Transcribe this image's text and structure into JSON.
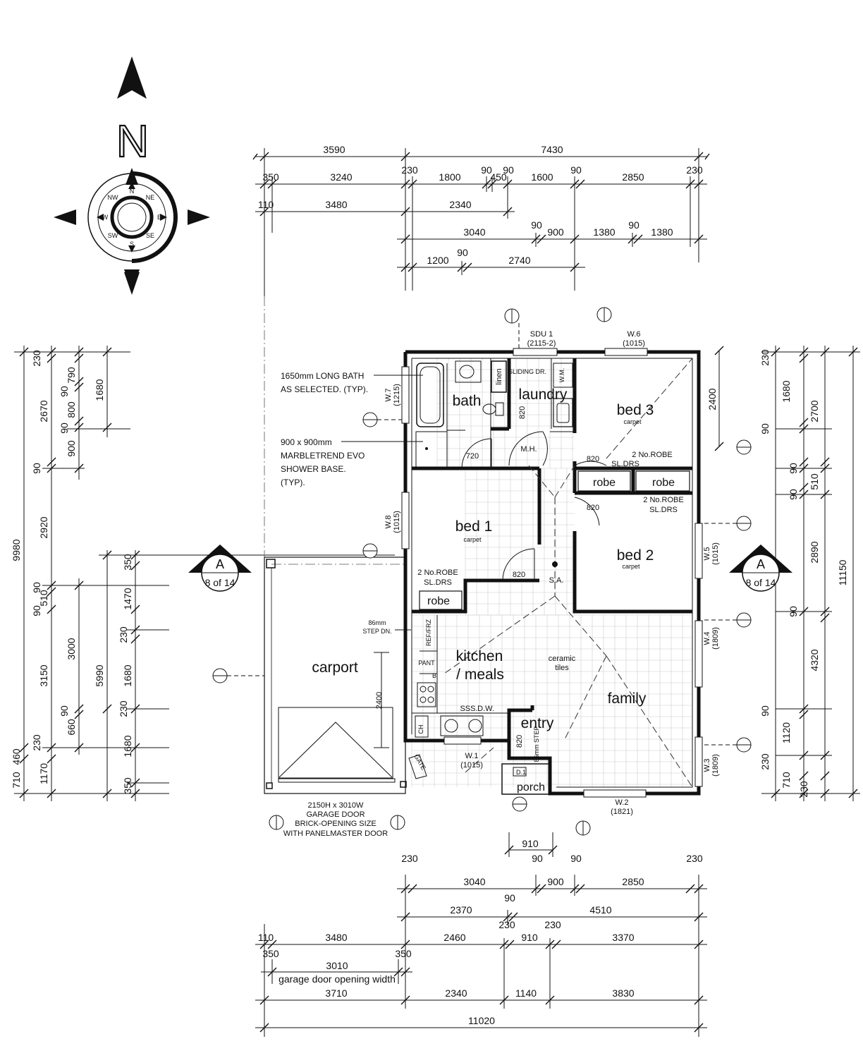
{
  "compass": {
    "north": "N",
    "rose": [
      "N",
      "NE",
      "E",
      "SE",
      "S",
      "SW",
      "W",
      "NW"
    ]
  },
  "dims": {
    "top": [
      "3590",
      "7430",
      "350",
      "3240",
      "230",
      "1800",
      "90",
      "450",
      "90",
      "1600",
      "90",
      "2850",
      "230",
      "110",
      "3480",
      "2340",
      "3040",
      "90",
      "900",
      "1380",
      "90",
      "1380",
      "1200",
      "90",
      "2740"
    ],
    "bottom": [
      "910",
      "230",
      "90",
      "90",
      "230",
      "3040",
      "900",
      "2850",
      "90",
      "2370",
      "4510",
      "230",
      "230",
      "110",
      "3480",
      "2460",
      "910",
      "3370",
      "350",
      "3010",
      "350",
      "garage door opening width",
      "3710",
      "2340",
      "1140",
      "3830",
      "11020"
    ],
    "left": [
      "230",
      "790",
      "90",
      "1680",
      "2670",
      "800",
      "90",
      "900",
      "90",
      "2920",
      "9980",
      "90",
      "510",
      "90",
      "3000",
      "3150",
      "5990",
      "350",
      "1470",
      "230",
      "1680",
      "230",
      "90",
      "660",
      "230",
      "460",
      "710",
      "1170",
      "1680",
      "350"
    ],
    "right": [
      "230",
      "1680",
      "2700",
      "90",
      "90",
      "90",
      "510",
      "2890",
      "11150",
      "90",
      "4320",
      "90",
      "1120",
      "230",
      "710",
      "230",
      "2400"
    ]
  },
  "section": {
    "letter": "A",
    "ref": "8 of 14"
  },
  "rooms": {
    "bath": "bath",
    "laundry": "laundry",
    "bed3": "bed  3",
    "bed1": "bed  1",
    "bed2": "bed  2",
    "kitchen1": "kitchen",
    "kitchen2": "/ meals",
    "family": "family",
    "entry": "entry",
    "porch": "porch",
    "carport": "carport",
    "robe": "robe",
    "carpet": "carpet",
    "ceramic1": "ceramic",
    "ceramic2": "tiles"
  },
  "notes": {
    "bath1": "1650mm LONG BATH",
    "bath2": "AS SELECTED. (TYP).",
    "shower1": "900 x 900mm",
    "shower2": "MARBLETREND EVO",
    "shower3": "SHOWER BASE.",
    "shower4": "(TYP).",
    "garage1": "2150H x 3010W",
    "garage2": "GARAGE DOOR",
    "garage3": "BRICK-OPENING SIZE",
    "garage4": "WITH PANELMASTER DOOR",
    "robe1": "2 No.ROBE",
    "robe2": "SL.DRS",
    "step1": "86mm",
    "step2": "STEP DN.",
    "sliding": "SLIDING DR.",
    "mh": "M.H.",
    "sa": "S.A.",
    "sss": "SSS.",
    "dw": "D.W.",
    "linen": "linen",
    "wm": "W.M.",
    "refrz": "REF/FRZ",
    "pant": "PANT",
    "ch": "CH",
    "gate": "GATE",
    "b": "B",
    "d1": "D.1",
    "stepvert": "86mm STEP",
    "d820": "820",
    "d720": "720",
    "d2400": "2400"
  },
  "windows": {
    "sdu1": "SDU 1",
    "sdu1s": "(2115-2)",
    "w6": "W.6",
    "w6s": "(1015)",
    "w7": "W.7",
    "w7s": "(1215)",
    "w8": "W.8",
    "w8s": "(1015)",
    "w5": "W.5",
    "w5s": "(1015)",
    "w4": "W.4",
    "w4s": "(1809)",
    "w3": "W.3",
    "w3s": "(1809)",
    "w2": "W.2",
    "w2s": "(1821)",
    "w1": "W.1",
    "w1s": "(1015)"
  }
}
